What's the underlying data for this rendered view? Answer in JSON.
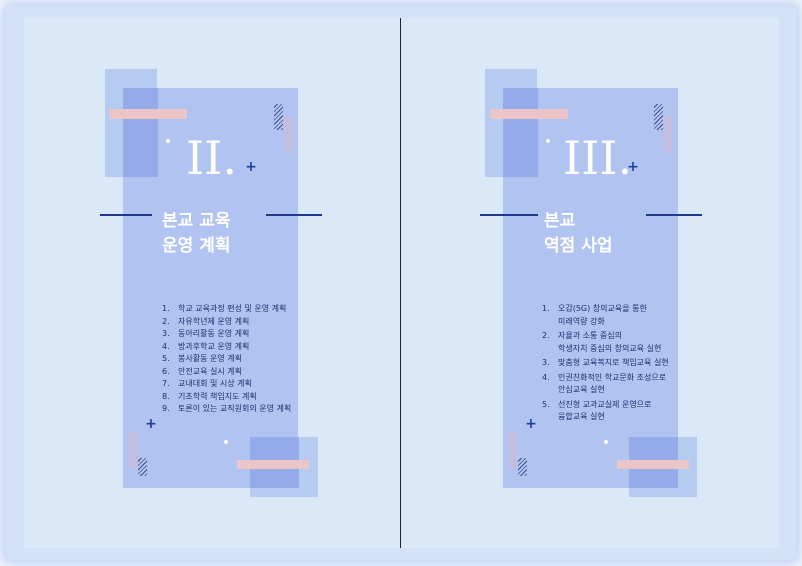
{
  "left": {
    "numeral": "II.",
    "title_line1": "본교 교육",
    "title_line2": "운영 계획",
    "items": [
      {
        "n": "1.",
        "t": "학교 교육과정 편성 및 운영 계획"
      },
      {
        "n": "2.",
        "t": "자유학년제 운영 계획"
      },
      {
        "n": "3.",
        "t": "동아리활동 운영 계획"
      },
      {
        "n": "4.",
        "t": "방과후학교 운영 계획"
      },
      {
        "n": "5.",
        "t": "봉사활동 운영 계획"
      },
      {
        "n": "6.",
        "t": "안전교육 실시 계획"
      },
      {
        "n": "7.",
        "t": "교내대회 및 시상 계획"
      },
      {
        "n": "8.",
        "t": "기초학력 책임지도 계획"
      },
      {
        "n": "9.",
        "t": "토론이 있는 교직원회의 운영 계획"
      }
    ]
  },
  "right": {
    "numeral": "III.",
    "title_line1": "본교",
    "title_line2": "역점 사업",
    "items": [
      {
        "n": "1.",
        "t": "오감(5G) 창의교육을 통한\n미래역량 강화"
      },
      {
        "n": "2.",
        "t": "자율과 소통 중심의\n학생자치 중심의 창의교육 실현"
      },
      {
        "n": "3.",
        "t": "맞춤형 교육복지로 책임교육 실현"
      },
      {
        "n": "4.",
        "t": "인권친화적인 학교문화 조성으로\n안심교육 실현"
      },
      {
        "n": "5.",
        "t": "선진형 교과교실제 운영으로\n융합교육 실현"
      }
    ]
  },
  "colors": {
    "panel": "#b1c3f0",
    "accent_navy": "#1f3a8a",
    "accent_pink": "#ecc5c8",
    "background": "#dbe8f7"
  }
}
